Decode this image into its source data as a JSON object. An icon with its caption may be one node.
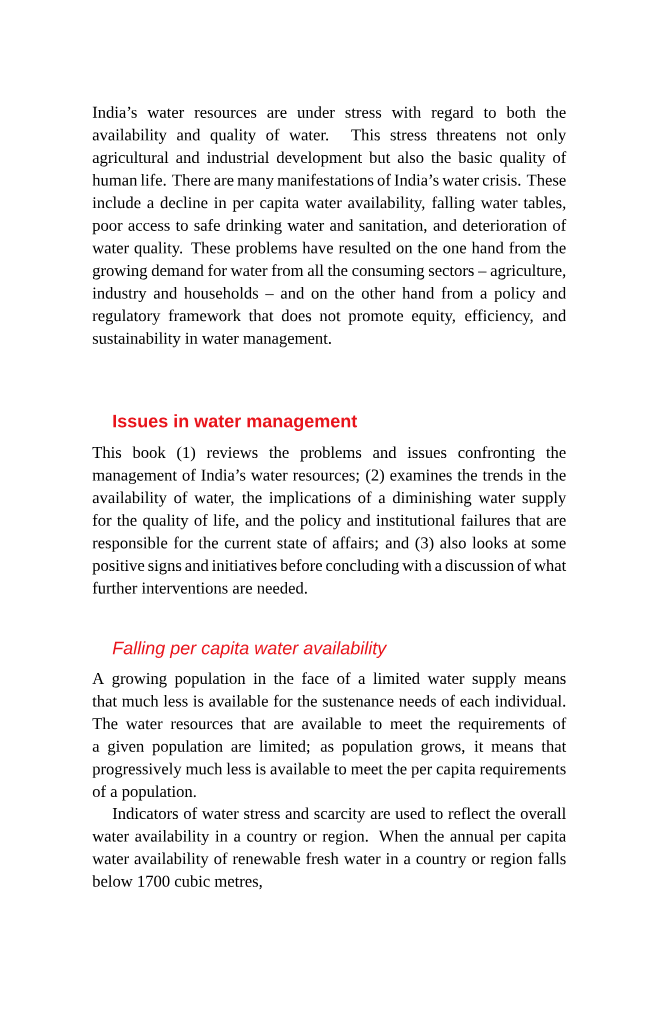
{
  "diagram": {
    "labels": [
      "India’s water resources are under stress with regard to both the availability and quality of water. This stress threatens not only agricultural and industrial development but also the basic quality of human life. There are many manifestations of India’s water crisis. These include a decline in per capita water availability, falling water tables, poor access to safe drinking water and sanitation, and deterioration of water quality. These problems have resulted on the one hand from the growing demand for water from all the consuming sectors – agriculture, industry and households – and on the other hand from a policy and regulatory framework that does not promote equity, efficiency, and sustainability in water management.",
      "Issues in water management",
      "This book (1) reviews the problems and issues confronting the management of India’s water resources; (2) examines the trends in the availability of water, the implications of a diminishing water supply for the quality of life, and the policy and institutional failures that are responsible for the current state of affairs; and (3) also looks at some positive signs and initiatives before concluding with a discussion of what further interventions are needed.",
      "Falling per capita water availability",
      "A growing population in the face of a limited water supply means that much less is available for the sustenance needs of each individual. The water resources that are available to meet the requirements of a given population are limited; as population grows, it means that progressively much less is available to meet the per capita requirements of a population.",
      "Indicators of water stress and scarcity are used to reflect the overall water availability in a country or region. When the annual per capita water availability of renewable fresh water in a country or region falls below 1700 cubic metres,"
    ]
  }
}
